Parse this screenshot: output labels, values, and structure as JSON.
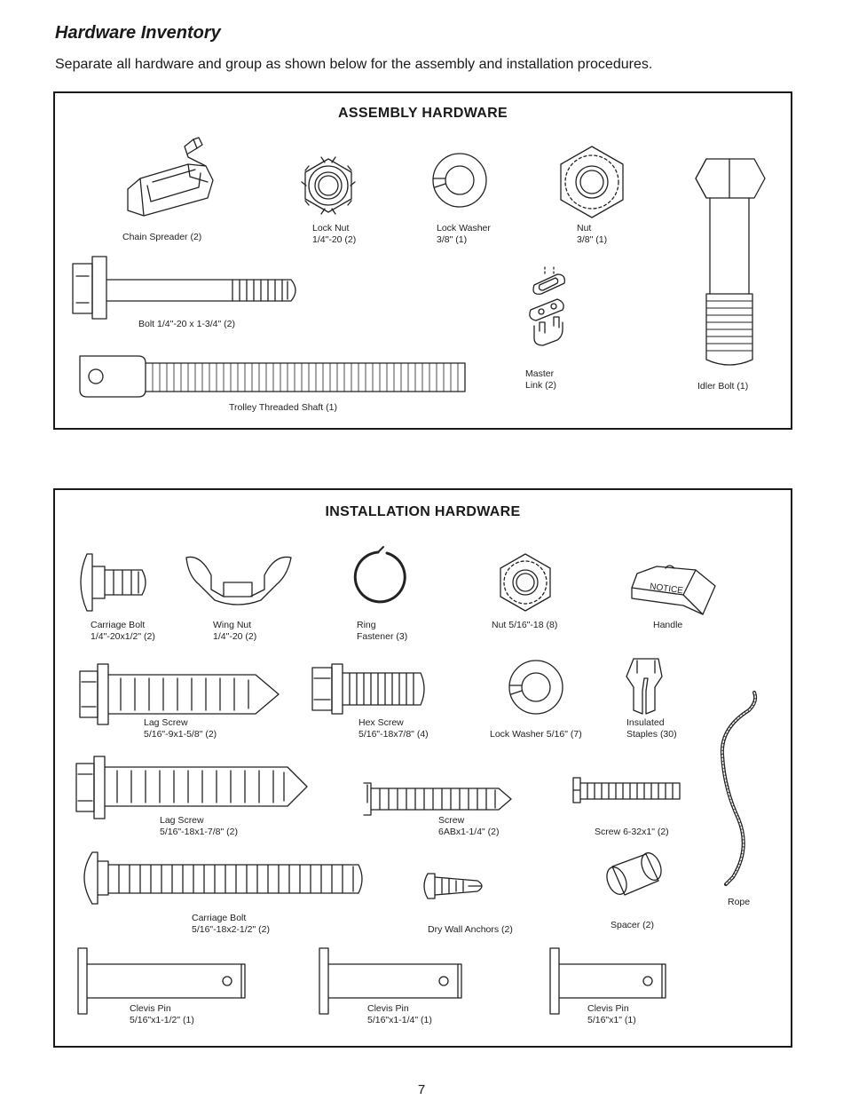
{
  "header": {
    "title": "Hardware Inventory",
    "intro": "Separate all hardware and group as shown below for the assembly and installation procedures."
  },
  "assembly": {
    "title": "ASSEMBLY HARDWARE",
    "items": {
      "chain_spreader": {
        "name": "Chain Spreader (2)"
      },
      "lock_nut": {
        "name": "Lock Nut",
        "spec": "1/4\"-20 (2)"
      },
      "lock_washer": {
        "name": "Lock Washer",
        "spec": "3/8\" (1)"
      },
      "nut": {
        "name": "Nut",
        "spec": "3/8\" (1)"
      },
      "bolt": {
        "name": "Bolt 1/4\"-20 x 1-3/4\" (2)"
      },
      "master_link": {
        "name": "Master",
        "spec": "Link (2)"
      },
      "idler_bolt": {
        "name": "Idler Bolt (1)"
      },
      "trolley_shaft": {
        "name": "Trolley Threaded Shaft (1)"
      }
    }
  },
  "installation": {
    "title": "INSTALLATION HARDWARE",
    "items": {
      "carriage_bolt_small": {
        "name": "Carriage Bolt",
        "spec": "1/4\"-20x1/2\" (2)"
      },
      "wing_nut": {
        "name": "Wing Nut",
        "spec": "1/4\"-20 (2)"
      },
      "ring_fastener": {
        "name": "Ring",
        "spec": "Fastener (3)"
      },
      "nut_516": {
        "name": "Nut  5/16\"-18 (8)"
      },
      "handle": {
        "name": "Handle",
        "imprint": "NOTICE"
      },
      "lag_screw_small": {
        "name": "Lag Screw",
        "spec": "5/16\"-9x1-5/8\" (2)"
      },
      "hex_screw": {
        "name": "Hex Screw",
        "spec": "5/16\"-18x7/8\" (4)"
      },
      "lock_washer_516": {
        "name": "Lock Washer  5/16\" (7)"
      },
      "insulated_staples": {
        "name": "Insulated",
        "spec": "Staples (30)"
      },
      "lag_screw_large": {
        "name": "Lag Screw",
        "spec": "5/16\"-18x1-7/8\" (2)"
      },
      "screw_6ab": {
        "name": "Screw",
        "spec": "6ABx1-1/4\" (2)"
      },
      "screw_632": {
        "name": "Screw 6-32x1\" (2)"
      },
      "rope": {
        "name": "Rope"
      },
      "carriage_bolt_large": {
        "name": "Carriage Bolt",
        "spec": "5/16\"-18x2-1/2\" (2)"
      },
      "dry_wall_anchors": {
        "name": "Dry Wall Anchors (2)"
      },
      "spacer": {
        "name": "Spacer (2)"
      },
      "clevis_pin_1": {
        "name": "Clevis Pin",
        "spec": "5/16\"x1-1/2\" (1)"
      },
      "clevis_pin_2": {
        "name": "Clevis Pin",
        "spec": "5/16\"x1-1/4\" (1)"
      },
      "clevis_pin_3": {
        "name": "Clevis Pin",
        "spec": "5/16\"x1\" (1)"
      }
    }
  },
  "footer": {
    "page_number": "7"
  }
}
